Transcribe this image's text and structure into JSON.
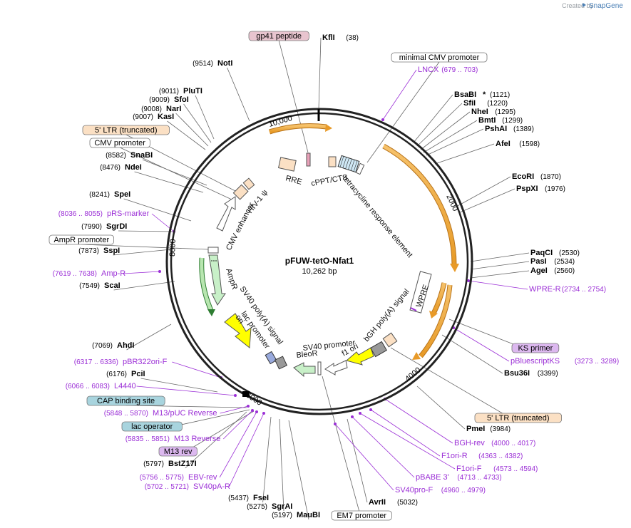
{
  "header": {
    "created_by": "Created by",
    "brand": "SnapGene"
  },
  "plasmid": {
    "name": "pFUW-tetO-Nfat1",
    "length": "10,262 bp"
  },
  "ticks": [
    {
      "label": "10,000"
    },
    {
      "label": "2000"
    },
    {
      "label": "4000"
    },
    {
      "label": "6000"
    },
    {
      "label": "8000"
    }
  ],
  "enzymes": [
    {
      "name": "KflI",
      "pos": "(38)"
    },
    {
      "name": "NotI",
      "pos": "(9514)"
    },
    {
      "name": "PluTI",
      "pos": "(9011)"
    },
    {
      "name": "SfoI",
      "pos": "(9009)"
    },
    {
      "name": "NarI",
      "pos": "(9008)"
    },
    {
      "name": "KasI",
      "pos": "(9007)"
    },
    {
      "name": "SnaBI",
      "pos": "(8582)"
    },
    {
      "name": "NdeI",
      "pos": "(8476)"
    },
    {
      "name": "SpeI",
      "pos": "(8241)"
    },
    {
      "name": "SgrDI",
      "pos": "(7990)"
    },
    {
      "name": "SspI",
      "pos": "(7873)"
    },
    {
      "name": "ScaI",
      "pos": "(7549)"
    },
    {
      "name": "AhdI",
      "pos": "(7069)"
    },
    {
      "name": "PciI",
      "pos": "(6176)"
    },
    {
      "name": "BstZ17I",
      "pos": "(5797)"
    },
    {
      "name": "FseI",
      "pos": "(5437)"
    },
    {
      "name": "SgrAI",
      "pos": "(5275)"
    },
    {
      "name": "MauBI",
      "pos": "(5197)"
    },
    {
      "name": "AvrII",
      "pos": "(5032)"
    },
    {
      "name": "PmeI",
      "pos": "(3984)"
    },
    {
      "name": "Bsu36I",
      "pos": "(3399)"
    },
    {
      "name": "AgeI",
      "pos": "(2560)"
    },
    {
      "name": "PasI",
      "pos": "(2534)"
    },
    {
      "name": "PaqCI",
      "pos": "(2530)"
    },
    {
      "name": "PspXI",
      "pos": "(1976)"
    },
    {
      "name": "EcoRI",
      "pos": "(1870)"
    },
    {
      "name": "AfeI",
      "pos": "(1598)"
    },
    {
      "name": "PshAI",
      "pos": "(1389)"
    },
    {
      "name": "BmtI",
      "pos": "(1299)"
    },
    {
      "name": "NheI",
      "pos": "(1295)"
    },
    {
      "name": "SfiI",
      "pos": "(1220)"
    },
    {
      "name": "BsaBI",
      "star": "*",
      "pos": "(1121)"
    }
  ],
  "primers": [
    {
      "name": "LNCX",
      "range": "(679 .. 703)"
    },
    {
      "name": "pRS-marker",
      "range": "(8036 .. 8055)"
    },
    {
      "name": "Amp-R",
      "range": "(7619 .. 7638)"
    },
    {
      "name": "pBR322ori-F",
      "range": "(6317 .. 6336)"
    },
    {
      "name": "L4440",
      "range": "(6066 .. 6083)"
    },
    {
      "name": "M13/pUC Reverse",
      "range": "(5848 .. 5870)"
    },
    {
      "name": "M13 Reverse",
      "range": "(5835 .. 5851)"
    },
    {
      "name": "EBV-rev",
      "range": "(5756 .. 5775)"
    },
    {
      "name": "SV40pA-R",
      "range": "(5702 .. 5721)"
    },
    {
      "name": "WPRE-R",
      "range": "(2734 .. 2754)"
    },
    {
      "name": "pBluescriptKS",
      "range": "(3273 .. 3289)"
    },
    {
      "name": "BGH-rev",
      "range": "(4000 .. 4017)"
    },
    {
      "name": "F1ori-R",
      "range": "(4363 .. 4382)"
    },
    {
      "name": "F1ori-F",
      "range": "(4573 .. 4594)"
    },
    {
      "name": "pBABE 3'",
      "range": "(4713 .. 4733)"
    },
    {
      "name": "SV40pro-F",
      "range": "(4960 .. 4979)"
    }
  ],
  "feature_boxes": [
    {
      "label": "gp41 peptide",
      "color": "#e8c4cf"
    },
    {
      "label": "minimal CMV promoter",
      "color": "#ffffff"
    },
    {
      "label": "5' LTR (truncated)",
      "color": "#fbe0c4"
    },
    {
      "label": "CMV promoter",
      "color": "#ffffff"
    },
    {
      "label": "AmpR promoter",
      "color": "#ffffff"
    },
    {
      "label": "CAP binding site",
      "color": "#a8d4de"
    },
    {
      "label": "lac operator",
      "color": "#a8d4de"
    },
    {
      "label": "M13 rev",
      "color": "#dcb8ef"
    },
    {
      "label": "KS primer",
      "color": "#dcb8ef"
    },
    {
      "label": "5' LTR (truncated)",
      "color": "#fbe0c4"
    },
    {
      "label": "EM7 promoter",
      "color": "#ffffff"
    }
  ],
  "inner_labels": [
    {
      "text": "RRE"
    },
    {
      "text": "cPPT/CTS"
    },
    {
      "text": "tetracycline response element"
    },
    {
      "text": "HIV-1 ψ"
    },
    {
      "text": "CMV enhancer"
    },
    {
      "text": "AmpR"
    },
    {
      "text": "ori"
    },
    {
      "text": "SV40 poly(A) signal"
    },
    {
      "text": "lac promoter"
    },
    {
      "text": "SV40 promoter"
    },
    {
      "text": "f1 ori"
    },
    {
      "text": "bGH poly(A) signal"
    },
    {
      "text": "WPRE"
    },
    {
      "text": "BleoR"
    }
  ],
  "colors": {
    "primer": "#9b2fd6",
    "orf_orange": "#f0a830",
    "ampr_green": "#c8f0c8",
    "ori_yellow": "#ffff00",
    "bleor_green": "#c8f0c8",
    "ltr_peach": "#fbe0c4",
    "backbone": "#222222"
  }
}
